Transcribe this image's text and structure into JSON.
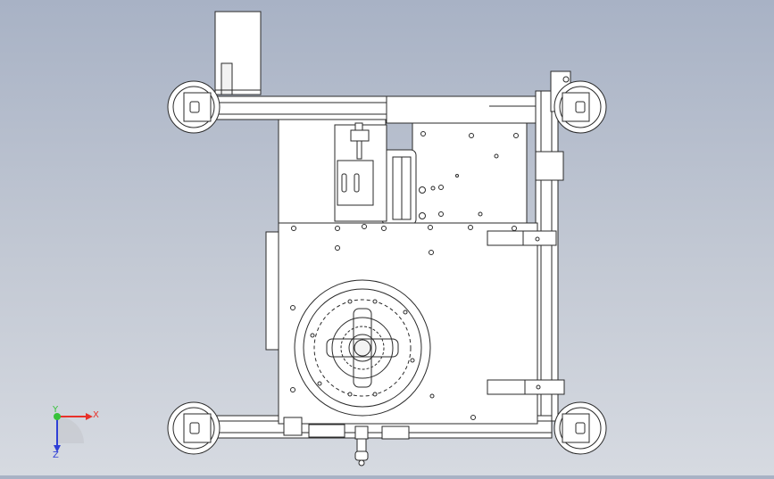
{
  "triad": {
    "x_label": "X",
    "y_label": "Y",
    "z_label": "Z",
    "x_color": "#e8312a",
    "y_color": "#37c23a",
    "z_color": "#2f3fd6"
  },
  "colors": {
    "background_top": "#a8b2c5",
    "background_bottom": "#d6dae1",
    "part_fill": "#ffffff",
    "part_stroke": "#2a2a2a",
    "shade": "#d9d9d9"
  }
}
